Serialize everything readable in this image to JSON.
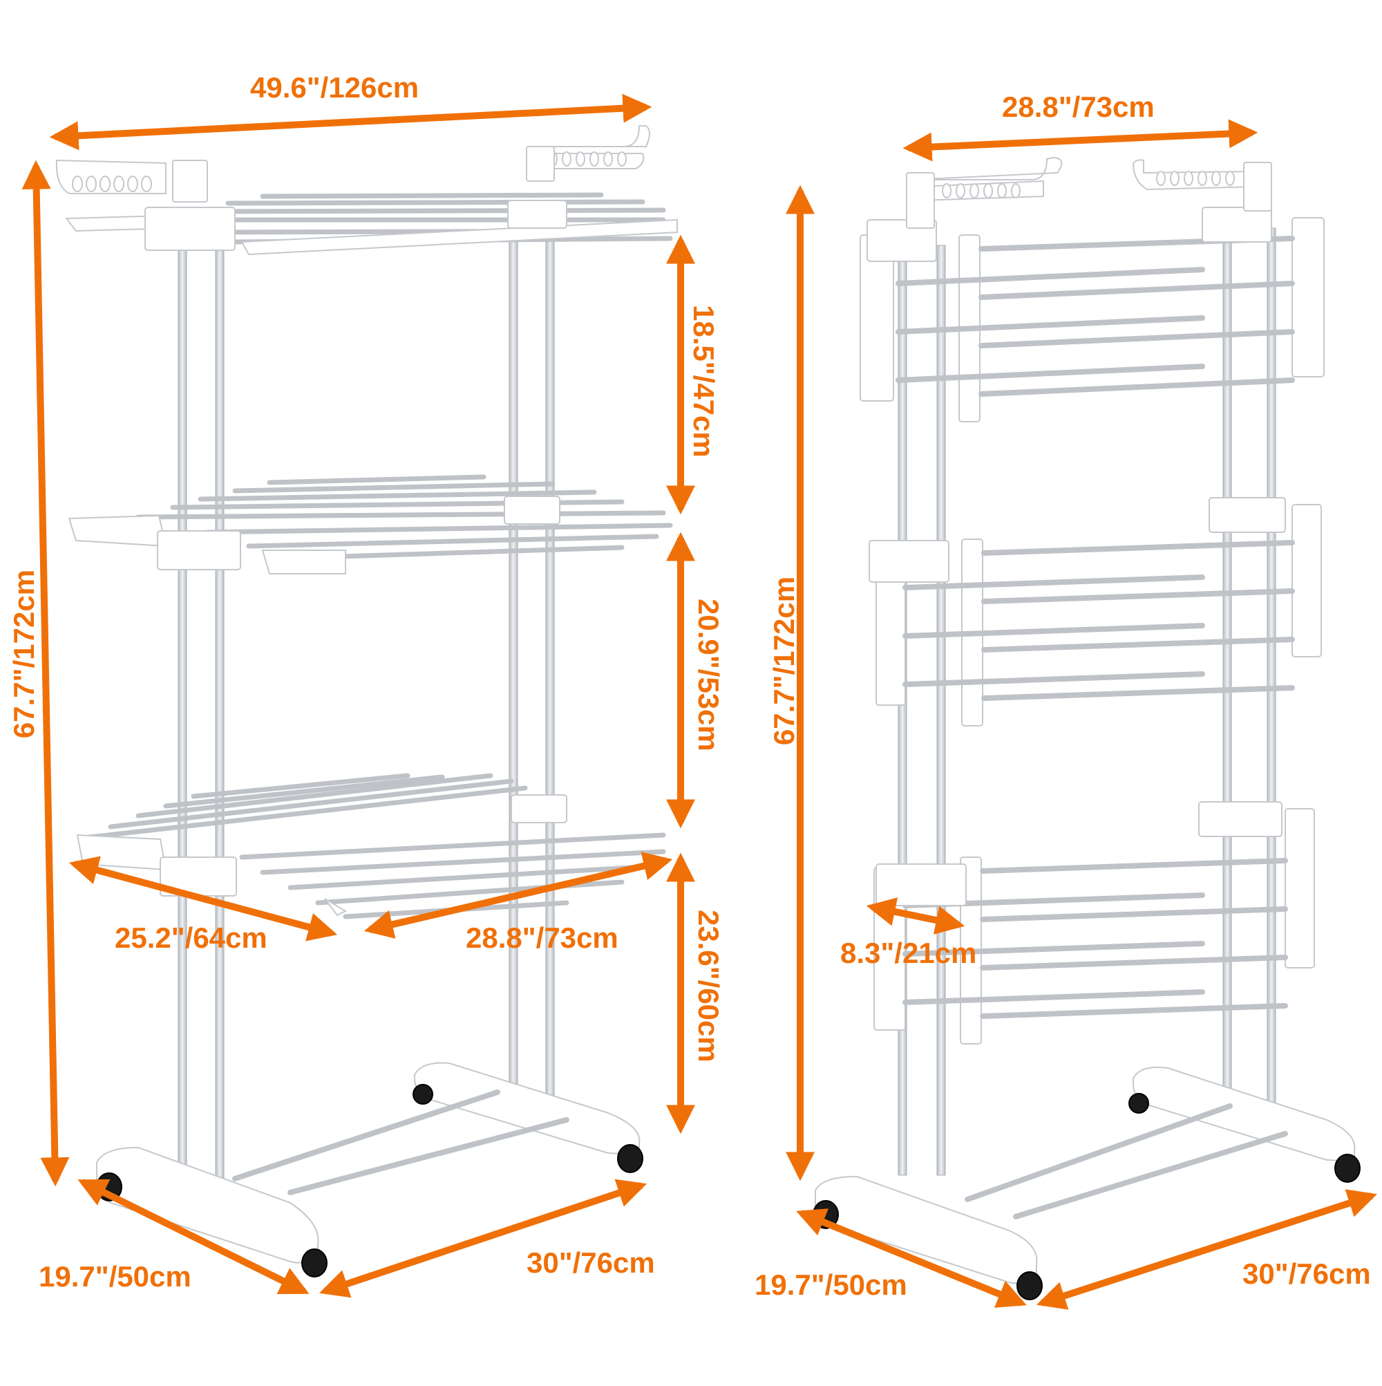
{
  "colors": {
    "accent": "#f07008",
    "frame": "#ffffff",
    "rail": "#d9dce0",
    "rail_shade": "#b8bcc2",
    "wheel": "#1a1a1a"
  },
  "left_view": {
    "total_width": "49.6\"/126cm",
    "total_height": "67.7\"/172cm",
    "tier_top": "18.5\"/47cm",
    "tier_middle": "20.9\"/53cm",
    "tier_bottom": "23.6\"/60cm",
    "shelf_depth": "25.2\"/64cm",
    "shelf_width": "28.8\"/73cm",
    "base_depth": "19.7\"/50cm",
    "base_width": "30\"/76cm"
  },
  "right_view": {
    "total_width": "28.8\"/73cm",
    "total_height": "67.7\"/172cm",
    "wing_width": "8.3\"/21cm",
    "base_depth": "19.7\"/50cm",
    "base_width": "30\"/76cm"
  }
}
